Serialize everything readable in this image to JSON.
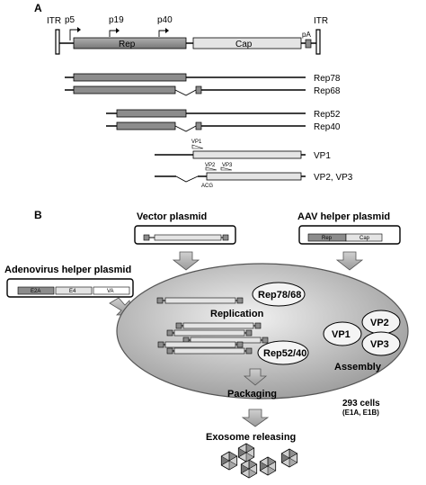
{
  "panel_a": {
    "label": "A",
    "itr_left": "ITR",
    "itr_right": "ITR",
    "promoters": [
      "p5",
      "p19",
      "p40"
    ],
    "genome": {
      "rep": "Rep",
      "cap": "Cap",
      "pa": "pA"
    },
    "transcripts": [
      "Rep78",
      "Rep68",
      "Rep52",
      "Rep40",
      "VP1",
      "VP2, VP3"
    ],
    "vp1_start": "VP1",
    "vp2_start": "VP2",
    "vp3_start": "VP3",
    "acg": "ACG"
  },
  "panel_b": {
    "label": "B",
    "vector_plasmid": "Vector plasmid",
    "aav_helper": "AAV helper plasmid",
    "aav_helper_rep": "Rep",
    "aav_helper_cap": "Cap",
    "adenovirus_helper": "Adenovirus helper plasmid",
    "adeno_genes": [
      "E2A",
      "E4",
      "VA"
    ],
    "rep78_68": "Rep78/68",
    "rep52_40": "Rep52/40",
    "replication": "Replication",
    "vp1": "VP1",
    "vp2": "VP2",
    "vp3": "VP3",
    "assembly": "Assembly",
    "packaging": "Packaging",
    "cells": "293 cells",
    "cells_sub": "(E1A, E1B)",
    "exosome": "Exosome releasing"
  },
  "colors": {
    "rep_fill": "#8c8c8c",
    "cap_fill": "#e4e4e4",
    "ellipse_inner": "#f2f2f2",
    "ellipse_outer": "#9a9a9a",
    "arrow_fill": "#b5b5b5"
  }
}
